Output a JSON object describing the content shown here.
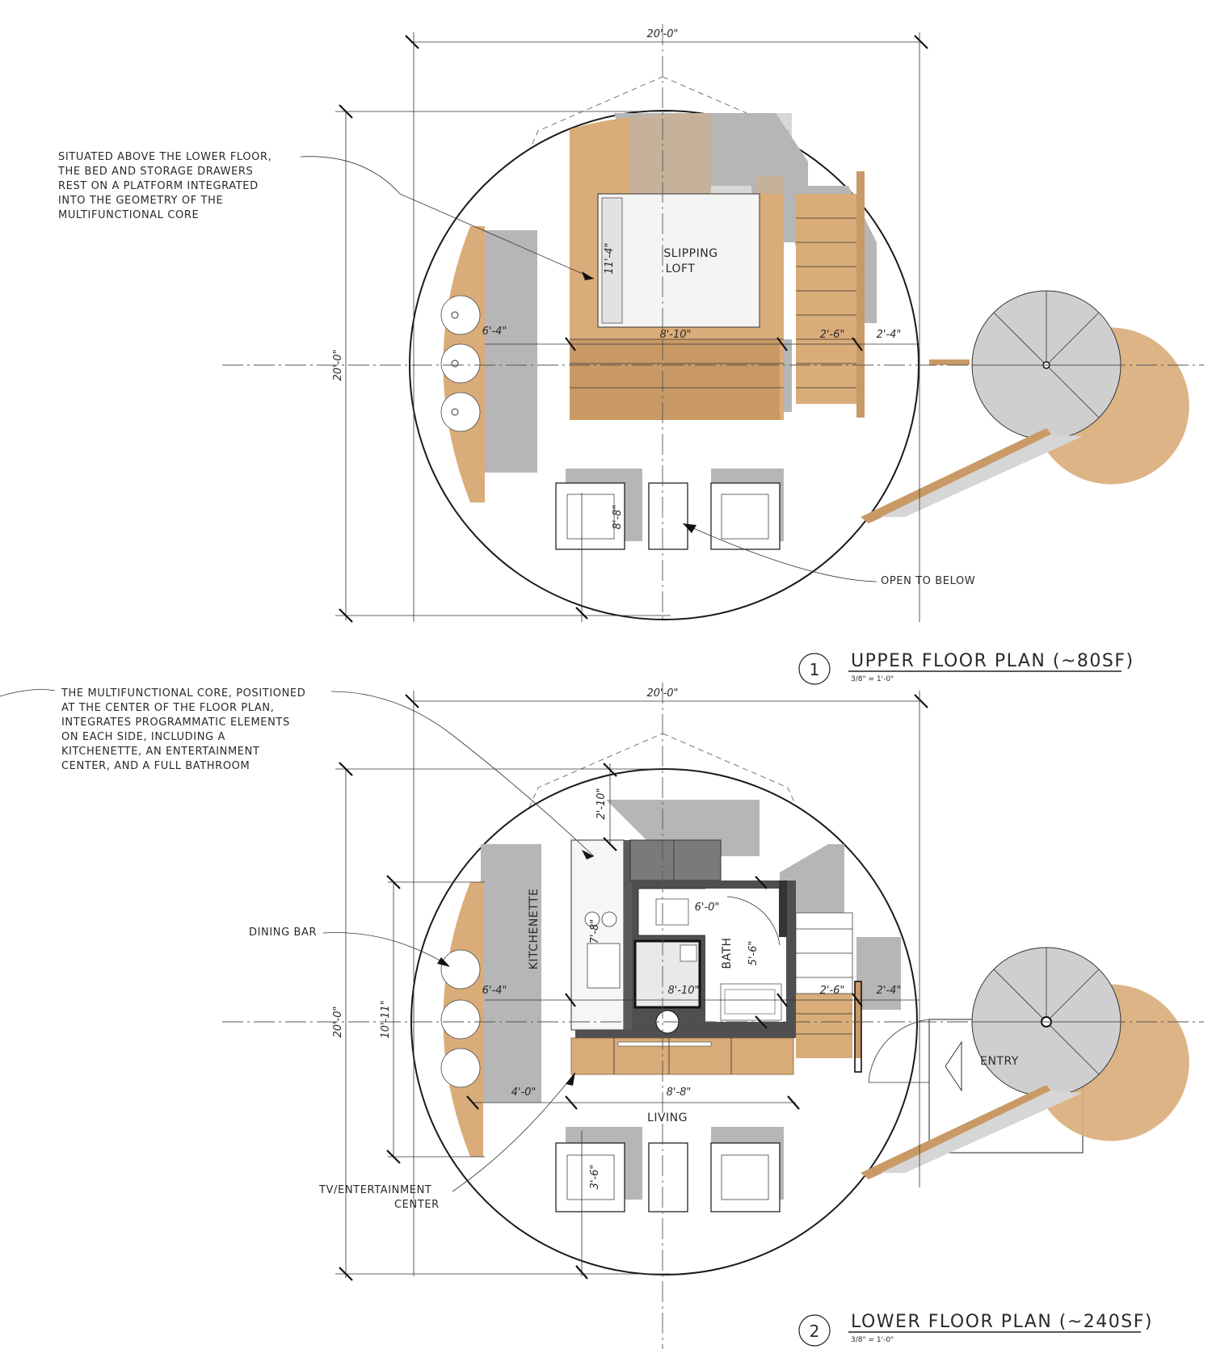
{
  "notes": {
    "upper": [
      "SITUATED ABOVE THE LOWER FLOOR,",
      "THE BED AND STORAGE DRAWERS",
      "REST ON A PLATFORM INTEGRATED",
      "INTO THE GEOMETRY OF THE",
      "MULTIFUNCTIONAL CORE"
    ],
    "lower": [
      "THE MULTIFUNCTIONAL CORE, POSITIONED",
      "AT THE CENTER OF THE FLOOR PLAN,",
      "INTEGRATES PROGRAMMATIC ELEMENTS",
      "ON EACH SIDE, INCLUDING A",
      "KITCHENETTE, AN ENTERTAINMENT",
      "CENTER, AND A FULL BATHROOM"
    ],
    "open_to_below": "OPEN TO BELOW",
    "dining_bar": "DINING BAR",
    "tv_center": [
      "TV/ENTERTAINMENT",
      "CENTER"
    ]
  },
  "upper": {
    "title_number": "1",
    "title": "UPPER FLOOR PLAN (~80SF)",
    "scale": "3/8\" = 1'-0\"",
    "room_sleeping": [
      "SLIPPING",
      "LOFT"
    ],
    "dims": {
      "overall_w": "20'-0\"",
      "overall_h": "20'-0\"",
      "bed_w": "8'-10\"",
      "bed_h": "11'-4\"",
      "bar": "6'-4\"",
      "stair_a": "2'-6\"",
      "stair_b": "2'-4\"",
      "opening": "8'-8\""
    }
  },
  "lower": {
    "title_number": "2",
    "title": "LOWER FLOOR PLAN (~240SF)",
    "scale": "3/8\" = 1'-0\"",
    "rooms": {
      "kitchenette": "KITCHENETTE",
      "bath": "BATH",
      "living": "LIVING",
      "entry": "ENTRY"
    },
    "dims": {
      "overall_w": "20'-0\"",
      "overall_h": "20'-0\"",
      "side_h": "10'-11\"",
      "kitchen_depth": "2'-10\"",
      "kitchen_len": "7'-8\"",
      "bath_w": "6'-0\"",
      "bath_h": "5'-6\"",
      "core": "8'-10\"",
      "bar": "6'-4\"",
      "stair_a": "2'-6\"",
      "stair_b": "2'-4\"",
      "tv_w": "8'-8\"",
      "offset": "4'-0\"",
      "seating": "3'-6\""
    }
  }
}
